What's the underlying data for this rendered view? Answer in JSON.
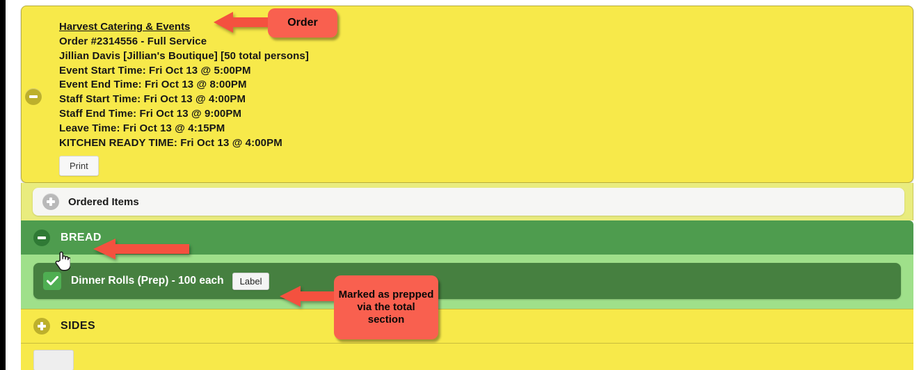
{
  "order": {
    "company": "Harvest Catering & Events",
    "lines": [
      "Order #2314556 - Full Service",
      "Jillian Davis [Jillian's Boutique] [50 total persons]",
      "Event Start Time: Fri Oct 13 @ 5:00PM",
      "Event End Time: Fri Oct 13 @ 8:00PM",
      "Staff Start Time: Fri Oct 13 @ 4:00PM",
      "Staff End Time: Fri Oct 13 @ 9:00PM",
      "Leave Time: Fri Oct 13 @ 4:15PM",
      "KITCHEN READY TIME: Fri Oct 13 @ 4:00PM"
    ],
    "print_label": "Print",
    "toggle_state": "minus",
    "bg_color": "#f7e94a"
  },
  "ordered_items": {
    "label": "Ordered Items",
    "toggle_state": "plus"
  },
  "categories": [
    {
      "name": "BREAD",
      "toggle_state": "minus",
      "expanded": true,
      "bg_color": "#4e9c4e",
      "items": [
        {
          "name": "Dinner Rolls (Prep) - 100 each",
          "checked": true,
          "label_button": "Label"
        }
      ]
    },
    {
      "name": "SIDES",
      "toggle_state": "plus",
      "expanded": false,
      "bg_color": "#f7e94a",
      "items": []
    }
  ],
  "callouts": [
    {
      "id": "order",
      "text": "Order",
      "color": "#f9604f"
    },
    {
      "id": "marked",
      "text": "Marked as prepped via the total section",
      "color": "#f9604f"
    }
  ],
  "cursor": {
    "type": "pointer-hand"
  }
}
